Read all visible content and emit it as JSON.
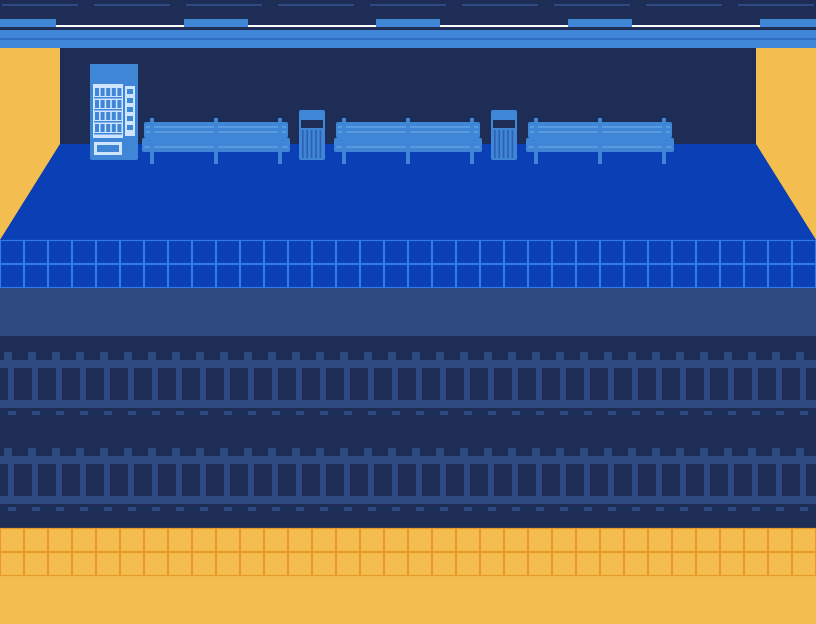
{
  "scene": {
    "name": "train-station-platform",
    "colors": {
      "ceiling_dark": "#1e2d55",
      "ceiling_stripe": "#3f86d6",
      "ceiling_light": "#ffffff",
      "back_wall": "#1e2d55",
      "far_platform_floor": "#0a3fb5",
      "tile_blue": "#0a3fb5",
      "tile_line_blue": "#2f7ae8",
      "platform_edge": "#2f4a80",
      "track_bed": "#1e2d55",
      "rail": "#2f4a80",
      "near_platform": "#f4bd4f",
      "tile_line_orange": "#e89a2a",
      "side_wall": "#f4bd4f",
      "furniture": "#3f86d6",
      "furniture_light": "#cfe4ff"
    },
    "furniture": [
      {
        "type": "vending-machine",
        "icon": "vending-machine-icon"
      },
      {
        "type": "bench",
        "icon": "bench-icon"
      },
      {
        "type": "trash-can",
        "icon": "trash-can-icon"
      },
      {
        "type": "bench",
        "icon": "bench-icon"
      },
      {
        "type": "trash-can",
        "icon": "trash-can-icon"
      },
      {
        "type": "bench",
        "icon": "bench-icon"
      }
    ],
    "tracks": 2
  }
}
